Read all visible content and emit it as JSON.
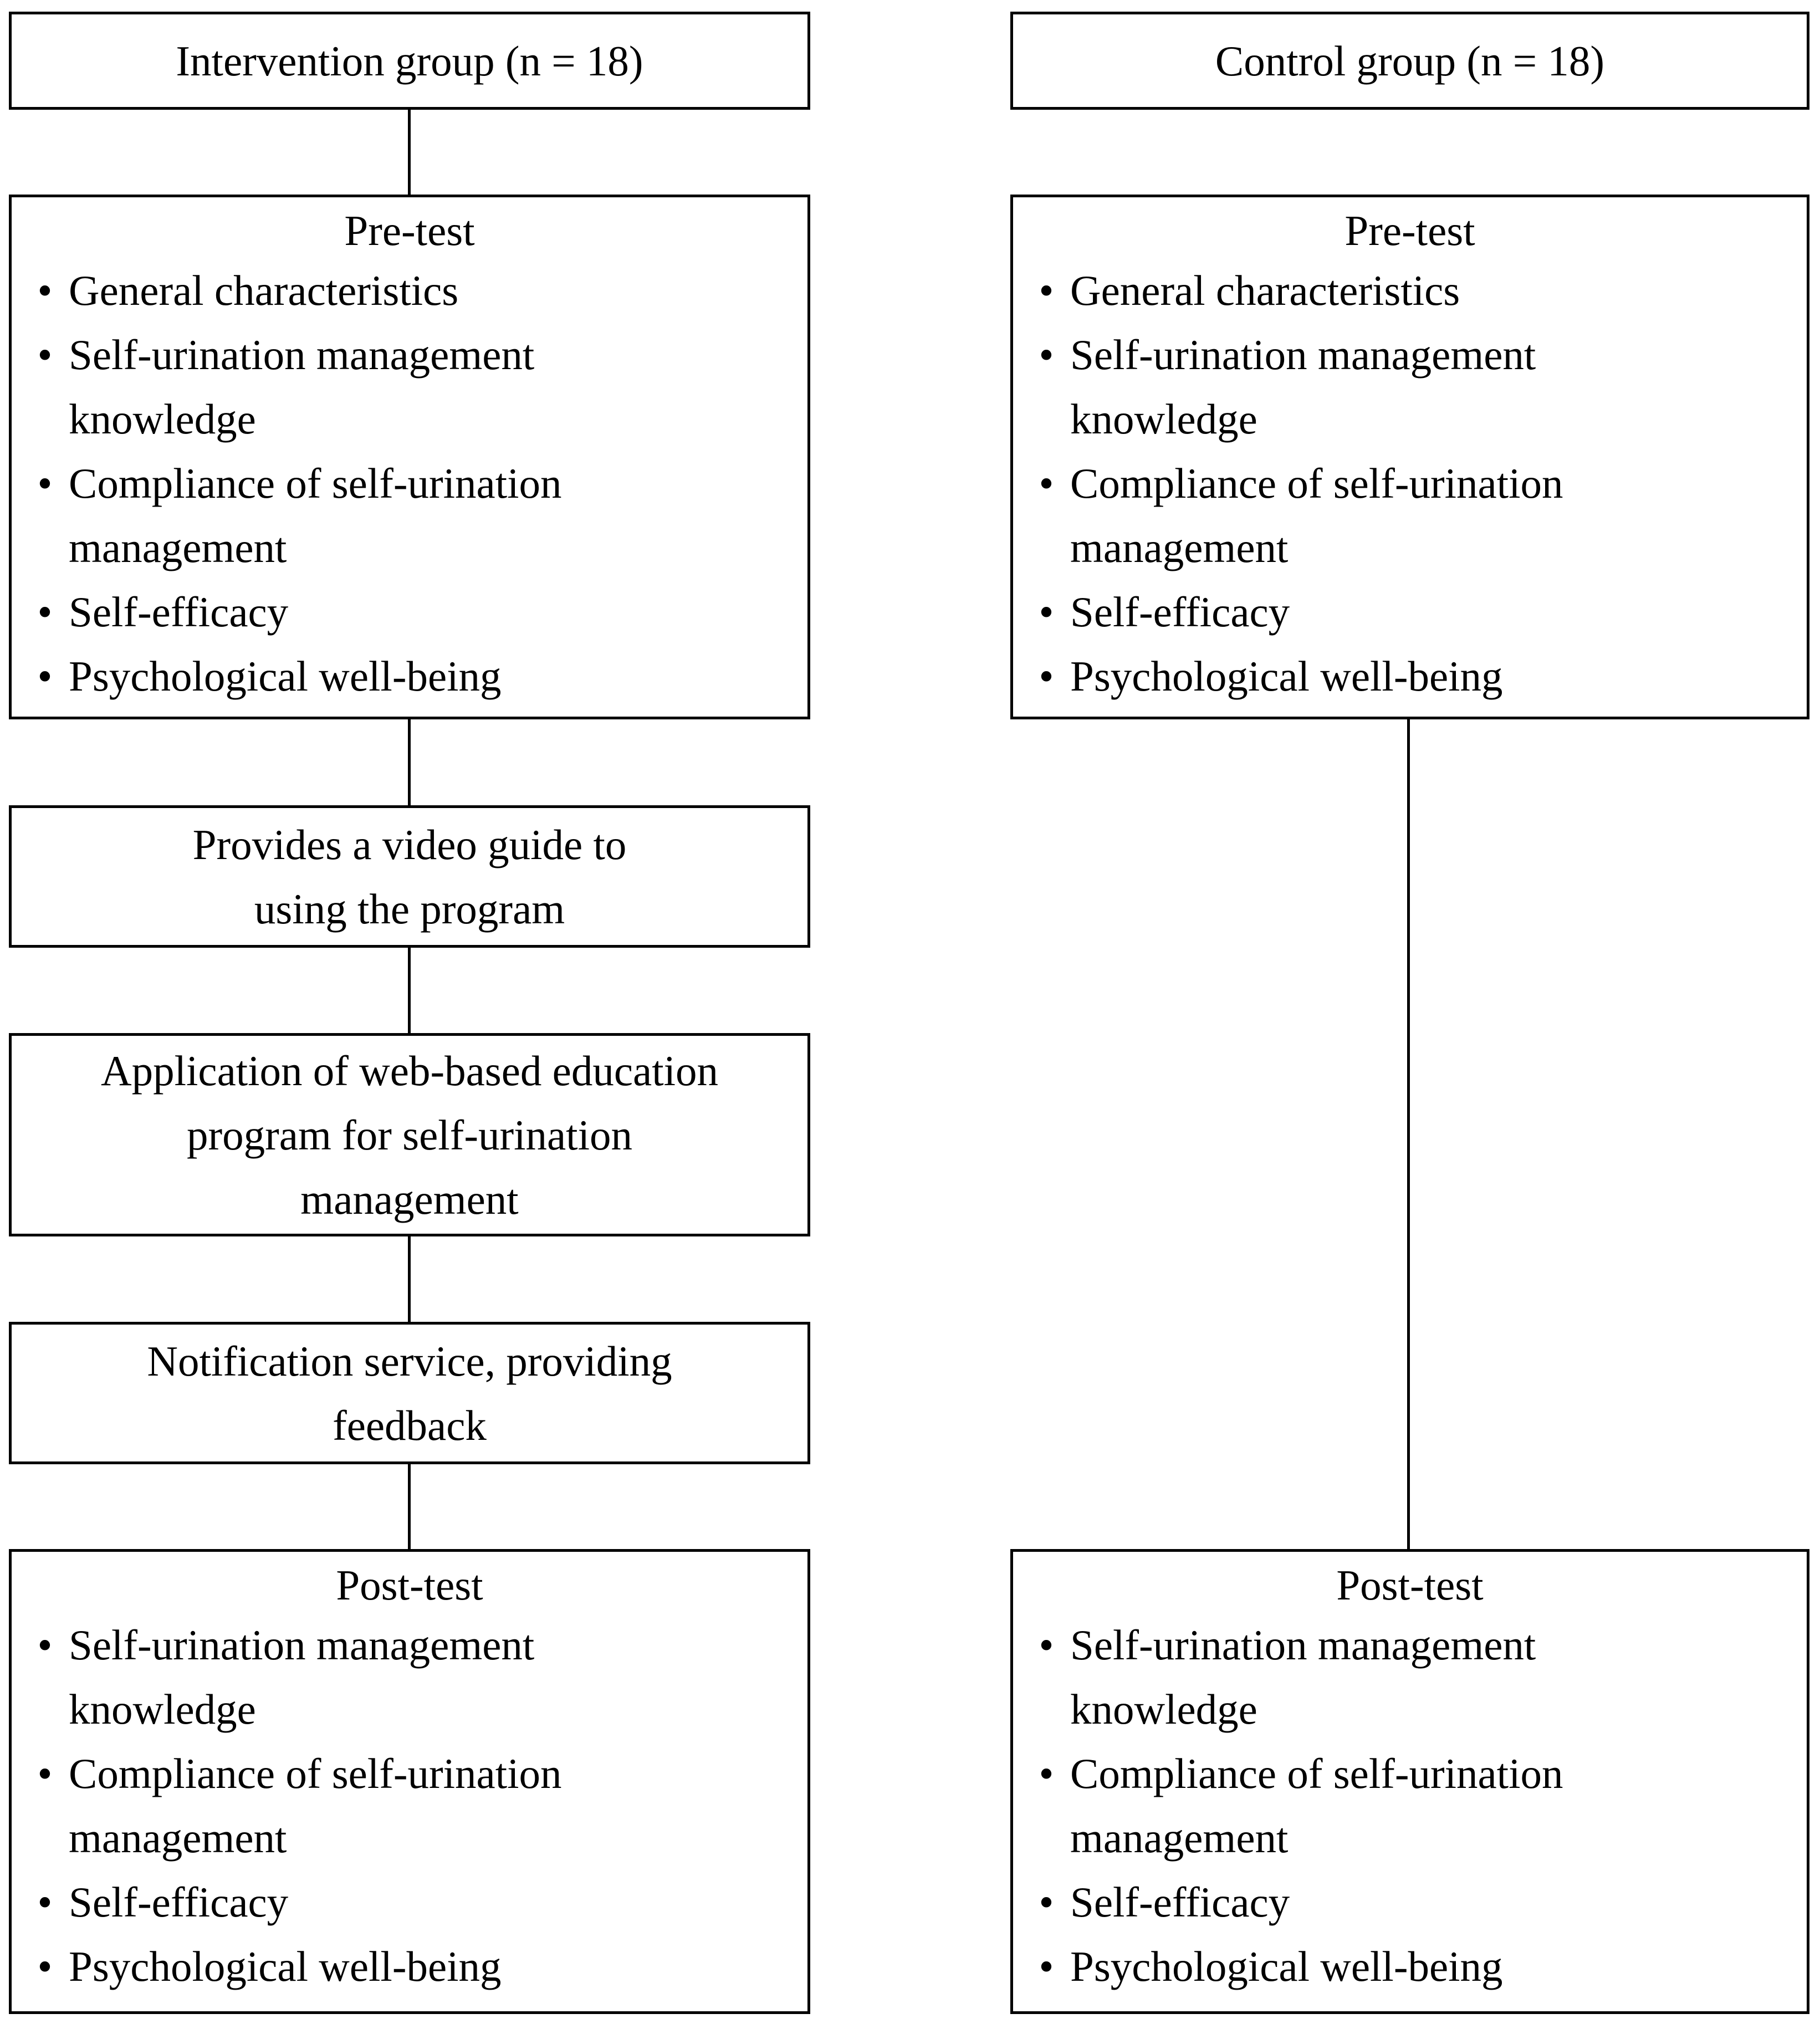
{
  "intervention": {
    "header": "Intervention group (n = 18)",
    "pretest": {
      "title": "Pre-test",
      "items": [
        "General characteristics",
        "Self-urination management knowledge",
        "Compliance of self-urination management",
        "Self-efficacy",
        "Psychological well-being"
      ]
    },
    "step1": [
      "Provides a video guide to",
      "using the program"
    ],
    "step2": [
      "Application of web-based education",
      "program for self-urination",
      "management"
    ],
    "step3": [
      "Notification service, providing",
      "feedback"
    ],
    "posttest": {
      "title": "Post-test",
      "items": [
        "Self-urination management knowledge",
        "Compliance of self-urination management",
        "Self-efficacy",
        "Psychological well-being"
      ]
    }
  },
  "control": {
    "header": "Control group (n = 18)",
    "pretest": {
      "title": "Pre-test",
      "items": [
        "General characteristics",
        "Self-urination management knowledge",
        "Compliance of self-urination management",
        "Self-efficacy",
        "Psychological well-being"
      ]
    },
    "posttest": {
      "title": "Post-test",
      "items": [
        "Self-urination management knowledge",
        "Compliance of self-urination management",
        "Self-efficacy",
        "Psychological well-being"
      ]
    }
  },
  "bullet_glyph": "•",
  "colors": {
    "line": "#000000",
    "background": "#ffffff"
  }
}
